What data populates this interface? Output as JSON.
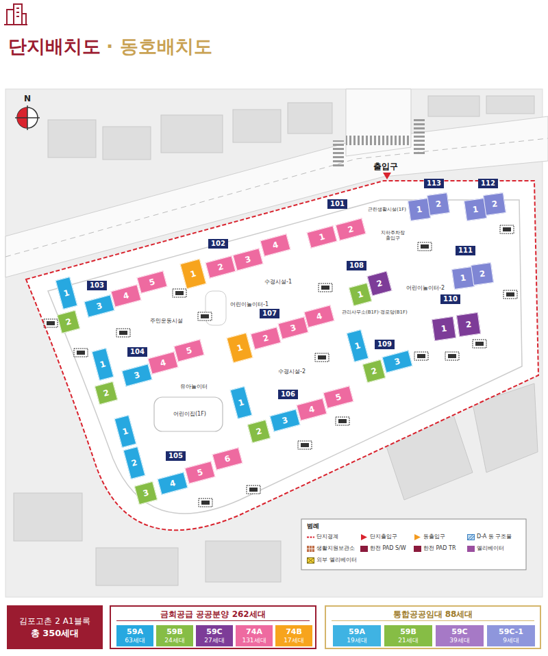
{
  "diagram": {
    "title": "단지배치도",
    "nodes": [
      {
        "text": [
          "101"
        ]
      },
      {
        "text": [
          "1"
        ]
      },
      {
        "text": [
          "2"
        ]
      },
      {
        "text": [
          "102"
        ]
      },
      {
        "text": [
          "1"
        ]
      },
      {
        "text": [
          "2"
        ]
      },
      {
        "text": [
          "3"
        ]
      },
      {
        "text": [
          "4"
        ]
      },
      {
        "text": [
          "103"
        ]
      },
      {
        "text": [
          "1"
        ]
      },
      {
        "text": [
          "2"
        ]
      },
      {
        "text": [
          "3"
        ]
      },
      {
        "text": [
          "4"
        ]
      },
      {
        "text": [
          "5"
        ]
      },
      {
        "text": [
          "104"
        ]
      },
      {
        "text": [
          "1"
        ]
      },
      {
        "text": [
          "2"
        ]
      },
      {
        "text": [
          "3"
        ]
      },
      {
        "text": [
          "4"
        ]
      },
      {
        "text": [
          "5"
        ]
      },
      {
        "text": [
          "105"
        ]
      },
      {
        "text": [
          "1"
        ]
      },
      {
        "text": [
          "2"
        ]
      },
      {
        "text": [
          "3"
        ]
      },
      {
        "text": [
          "4"
        ]
      },
      {
        "text": [
          "5"
        ]
      },
      {
        "text": [
          "6"
        ]
      },
      {
        "text": [
          "106"
        ]
      },
      {
        "text": [
          "1"
        ]
      },
      {
        "text": [
          "2"
        ]
      },
      {
        "text": [
          "3"
        ]
      },
      {
        "text": [
          "4"
        ]
      },
      {
        "text": [
          "5"
        ]
      },
      {
        "text": [
          "107"
        ]
      },
      {
        "text": [
          "1"
        ]
      },
      {
        "text": [
          "2"
        ]
      },
      {
        "text": [
          "3"
        ]
      },
      {
        "text": [
          "4"
        ]
      },
      {
        "text": [
          "108"
        ]
      },
      {
        "text": [
          "1"
        ]
      },
      {
        "text": [
          "2"
        ]
      },
      {
        "text": [
          "109"
        ]
      },
      {
        "text": [
          "1"
        ]
      },
      {
        "text": [
          "2"
        ]
      },
      {
        "text": [
          "3"
        ]
      },
      {
        "text": [
          "110"
        ]
      },
      {
        "text": [
          "1"
        ]
      },
      {
        "text": [
          "2"
        ]
      },
      {
        "text": [
          "111"
        ]
      },
      {
        "text": [
          "1"
        ]
      },
      {
        "text": [
          "2"
        ]
      },
      {
        "text": [
          "112"
        ]
      },
      {
        "text": [
          "1"
        ]
      },
      {
        "text": [
          "2"
        ]
      },
      {
        "text": [
          "113"
        ]
      },
      {
        "text": [
          "1"
        ]
      },
      {
        "text": [
          "2"
        ]
      },
      {
        "text": [
          "김포고촌 2 A1블록",
          "총 350세대"
        ]
      },
      {
        "text": [
          "금회공급 공공분양 262세대"
        ]
      },
      {
        "text": [
          "59A",
          "63세대"
        ],
        "in": 58
      },
      {
        "text": [
          "59B",
          "24세대"
        ],
        "in": 58
      },
      {
        "text": [
          "59C",
          "27세대"
        ],
        "in": 58
      },
      {
        "text": [
          "74A",
          "131세대"
        ],
        "in": 58
      },
      {
        "text": [
          "74B",
          "17세대"
        ],
        "in": 58
      },
      {
        "text": [
          "통합공공임대 88세대"
        ]
      },
      {
        "text": [
          "59A",
          "19세대"
        ],
        "in": 64
      },
      {
        "text": [
          "59B",
          "21세대"
        ],
        "in": 64
      },
      {
        "text": [
          "59C",
          "39세대"
        ],
        "in": 64
      },
      {
        "text": [
          "59C-1",
          "9세대"
        ],
        "in": 64
      }
    ],
    "labels": [
      "· 동호배치도",
      "N",
      "출입구",
      "근린생활시설(1F)",
      "지하주차장 출입구",
      "수경시설-1",
      "어린이놀이터-1",
      "주민운동시설",
      "관리사무소(B1F)·경로당(B1F)",
      "어린이놀이터-2",
      "수경시설-2",
      "유아놀이터",
      "어린이집(1F)",
      "범례"
    ],
    "legend": [
      {
        "text": "단지경계"
      },
      {
        "text": "단지출입구"
      },
      {
        "text": "동출입구"
      },
      {
        "text": "D-A 동 구조물"
      },
      {
        "text": "생활지원보관소"
      },
      {
        "text": "한전 PAD S/W",
        "color": "#8b1a3c"
      },
      {
        "text": "한전 PAD TR",
        "color": "#8b1a3c"
      },
      {
        "text": "엘리베이터",
        "color": "#9b4f9f"
      },
      {
        "text": "외부 엘리베이터"
      }
    ]
  }
}
